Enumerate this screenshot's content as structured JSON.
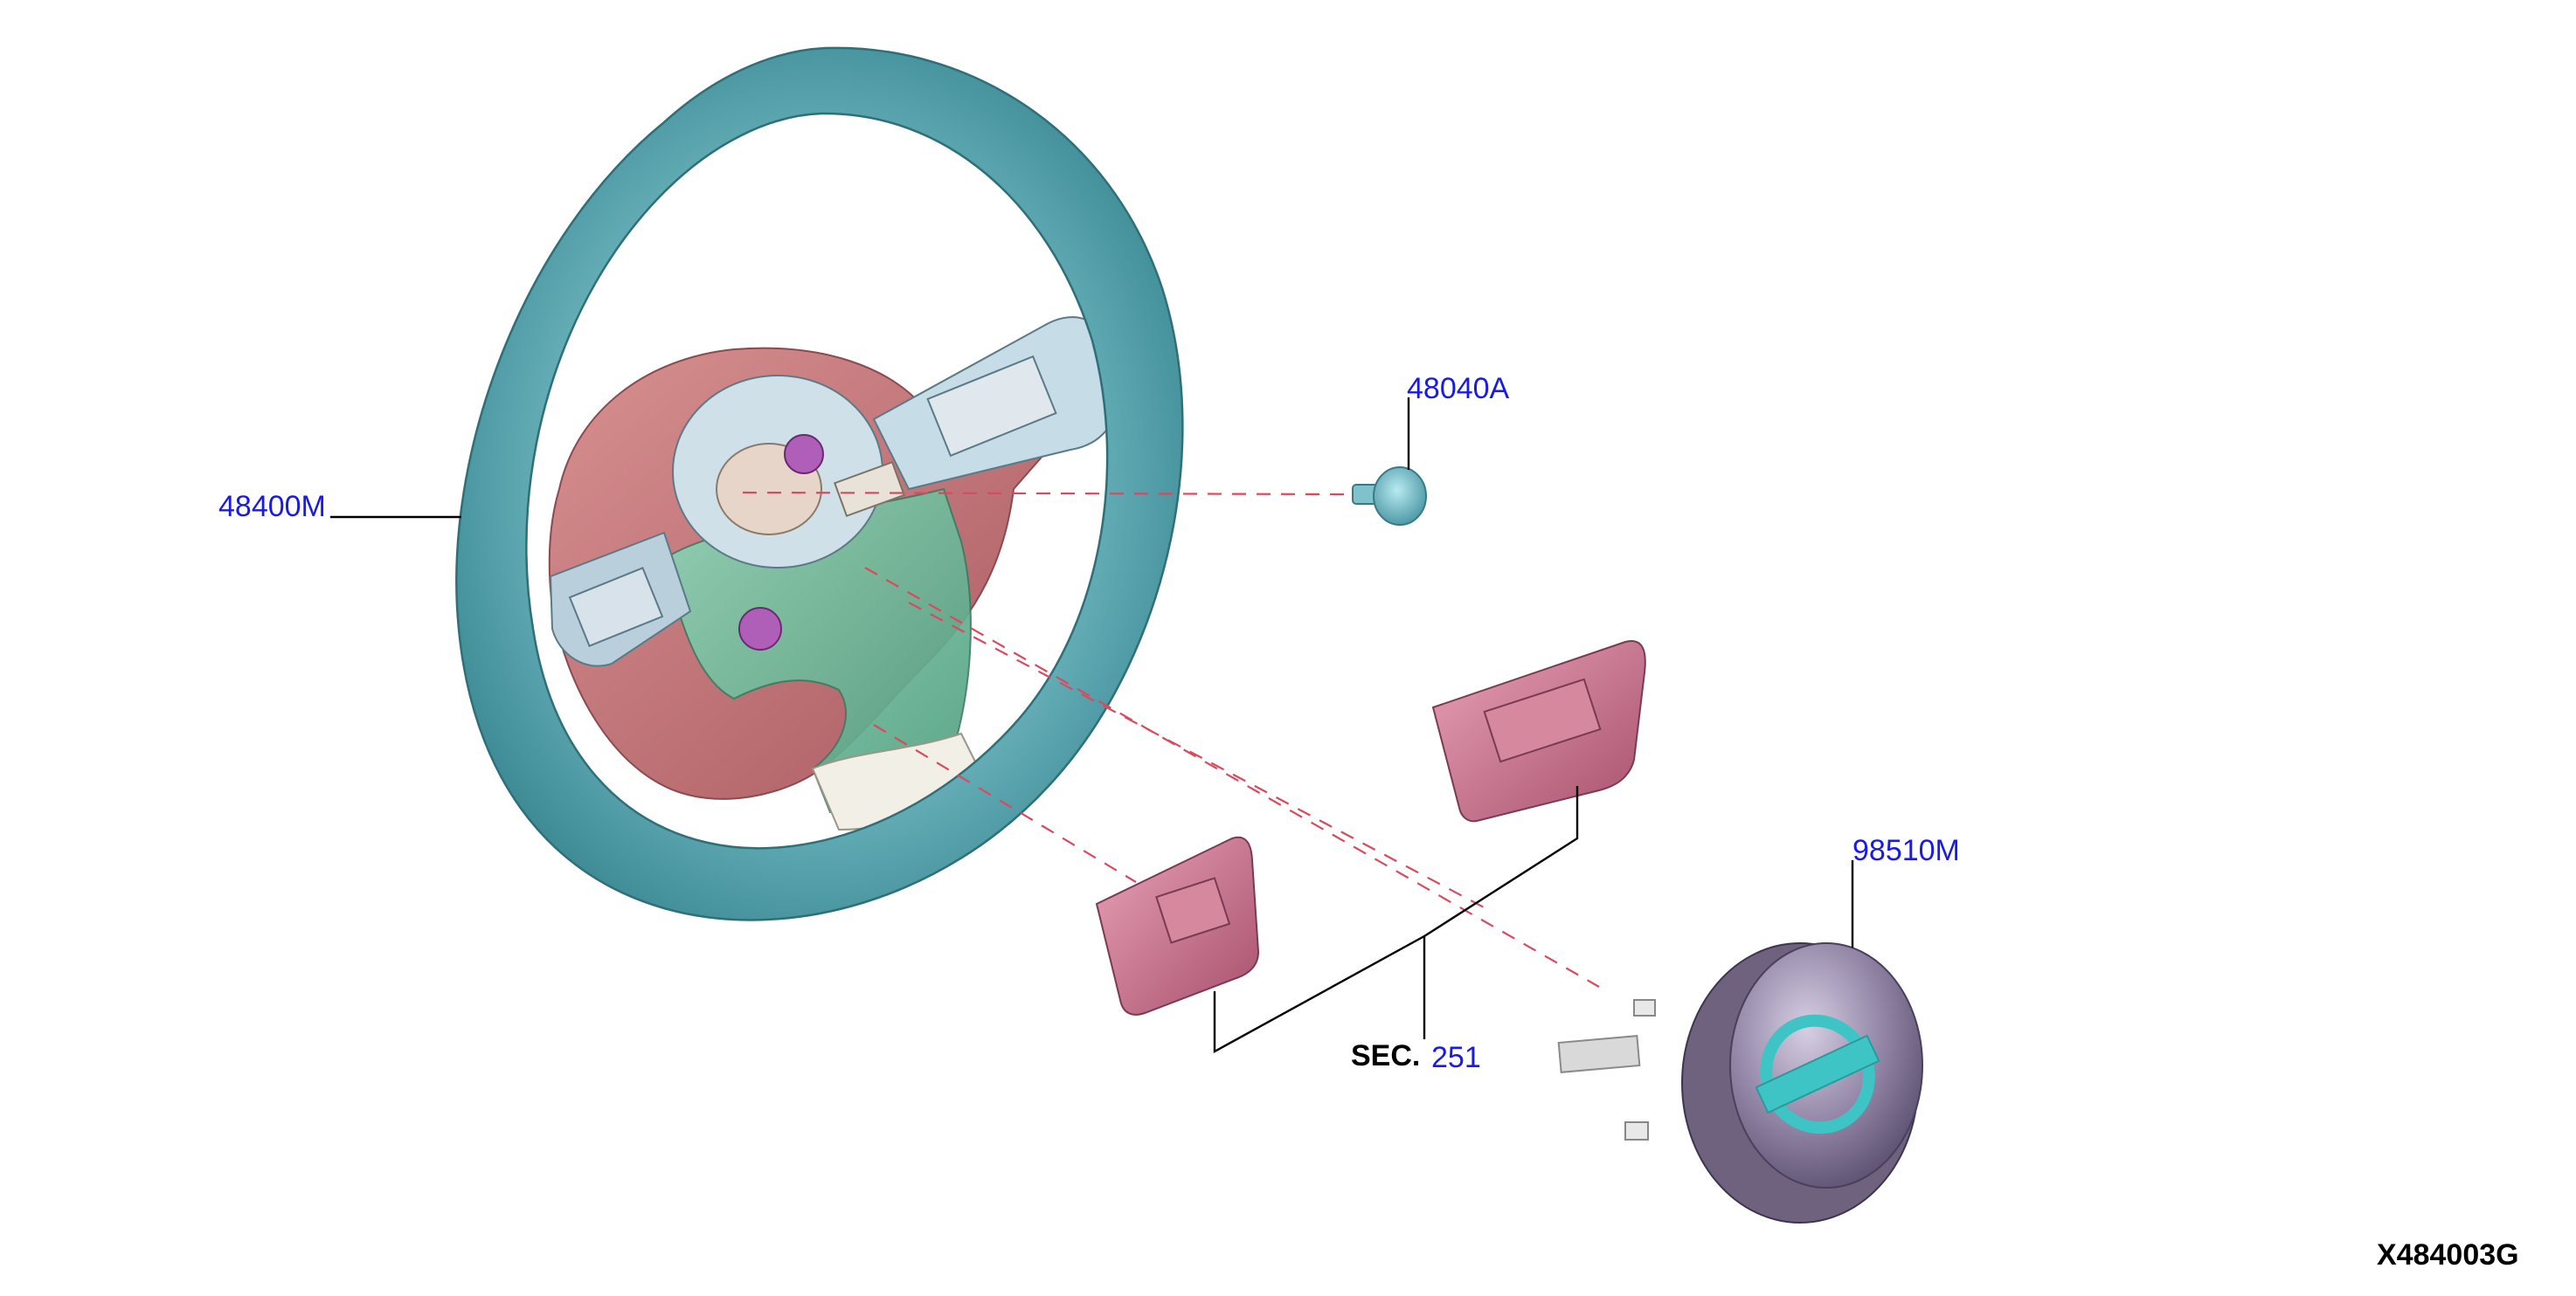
{
  "diagram": {
    "parts": [
      {
        "id": "steering-wheel",
        "callout": "48400M"
      },
      {
        "id": "bolt",
        "callout": "48040A"
      },
      {
        "id": "airbag-module",
        "callout": "98510M"
      }
    ],
    "section_ref": {
      "prefix": "SEC.",
      "number": "251"
    },
    "figure_code": "X484003G"
  },
  "colors": {
    "wheel_rim": "#5fa9b3",
    "wheel_hub": "#c97a78",
    "spoke_lower": "#5fb08e",
    "switch": "#c9708a",
    "airbag": "#8a7e9a",
    "emblem": "#3fc4c6",
    "callout_text": "#1a1ae6",
    "dash_line": "#d94a5e"
  }
}
